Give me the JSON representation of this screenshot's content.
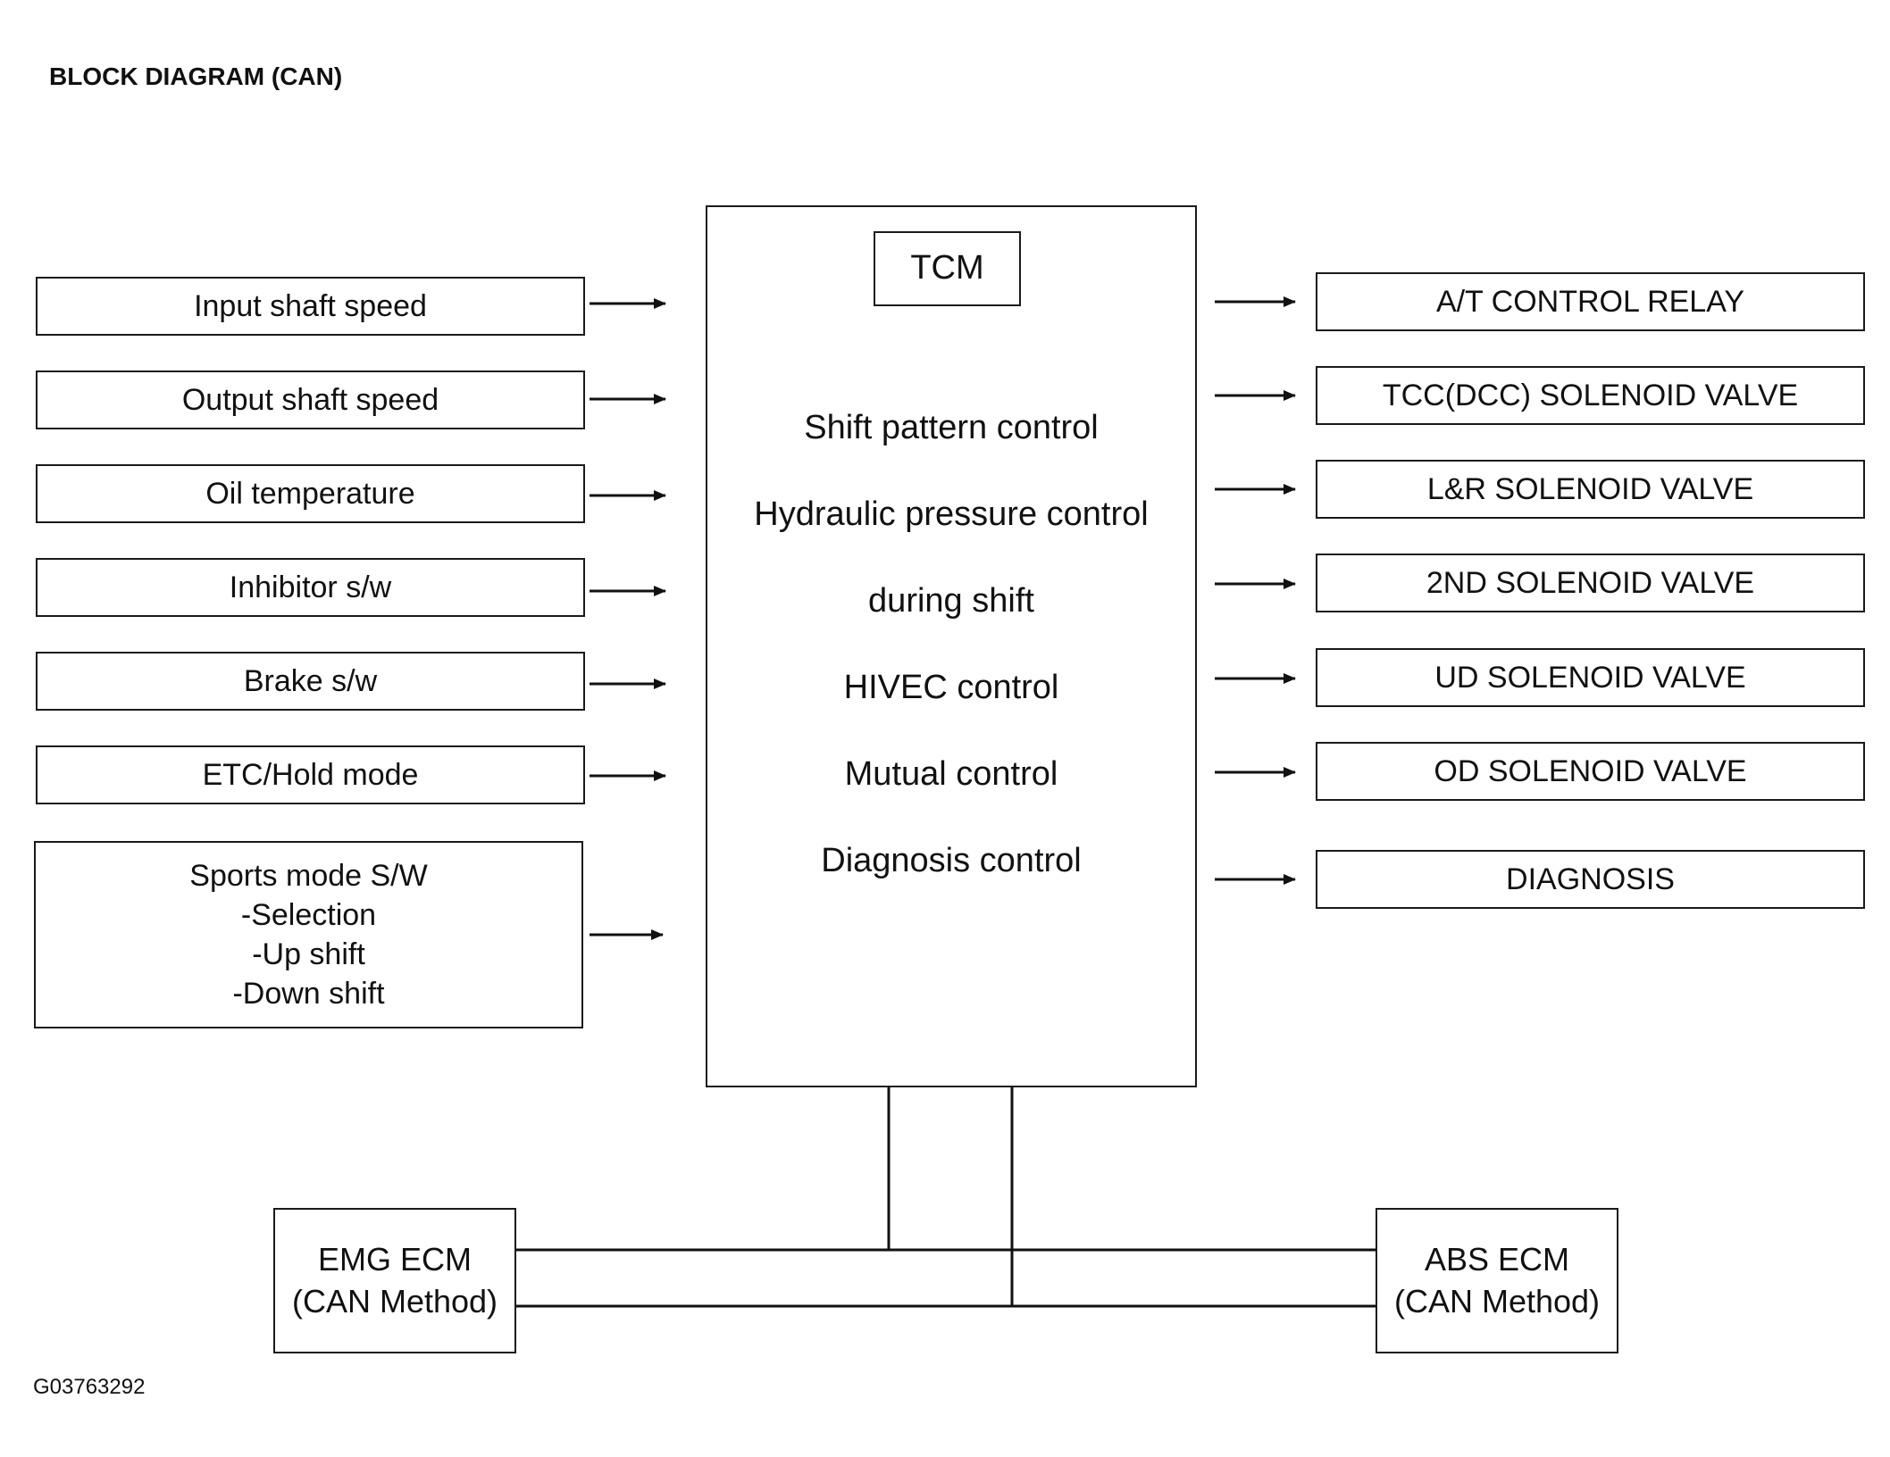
{
  "title": "BLOCK DIAGRAM (CAN)",
  "figure_id": "G03763292",
  "inputs": [
    "Input shaft speed",
    "Output shaft speed",
    "Oil temperature",
    "Inhibitor s/w",
    "Brake s/w",
    "ETC/Hold mode"
  ],
  "sports_mode": {
    "title": "Sports mode S/W",
    "items": [
      "-Selection",
      "-Up shift",
      "-Down shift"
    ]
  },
  "tcm": {
    "label": "TCM",
    "functions": [
      "Shift pattern control",
      "Hydraulic pressure control",
      "during shift",
      "HIVEC control",
      "Mutual control",
      "Diagnosis control"
    ]
  },
  "outputs": [
    "A/T CONTROL RELAY",
    "TCC(DCC) SOLENOID VALVE",
    "L&R  SOLENOID VALVE",
    "2ND SOLENOID VALVE",
    "UD SOLENOID VALVE",
    "OD SOLENOID VALVE",
    "DIAGNOSIS"
  ],
  "can_nodes": {
    "emg": {
      "line1": "EMG ECM",
      "line2": "(CAN Method)"
    },
    "abs": {
      "line1": "ABS ECM",
      "line2": "(CAN  Method)"
    }
  }
}
